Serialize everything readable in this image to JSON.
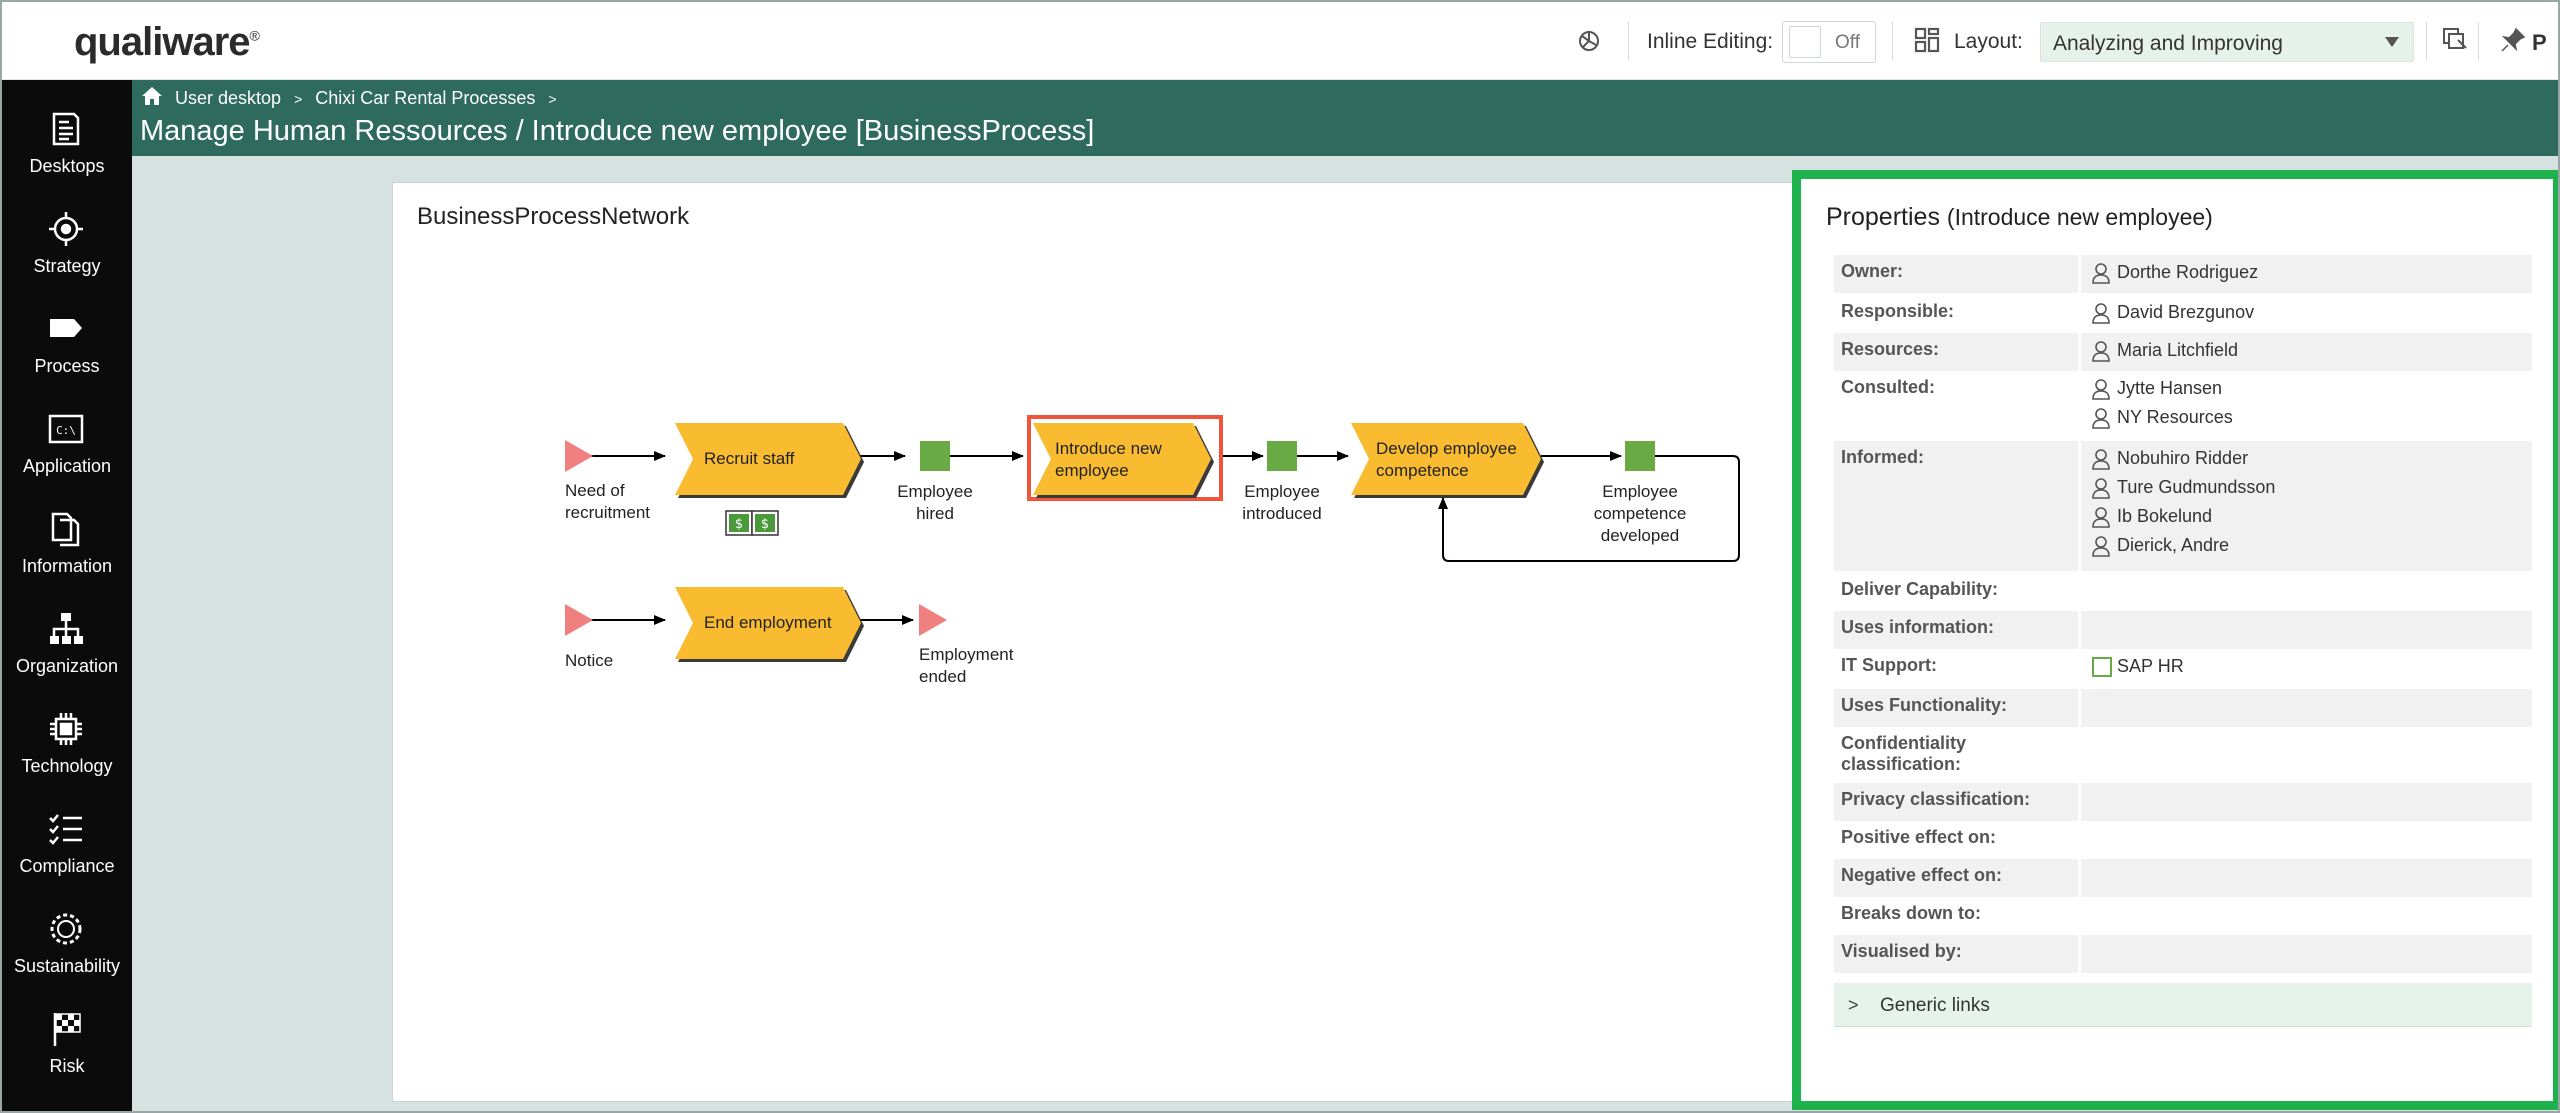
{
  "app": {
    "logo": "qualiware",
    "logo_mark": "®"
  },
  "topbar": {
    "inline_editing_label": "Inline Editing:",
    "inline_editing_state": "Off",
    "layout_label": "Layout:",
    "layout_value": "Analyzing and Improving",
    "pin_label": "P"
  },
  "sidebar": {
    "items": [
      {
        "label": "Desktops",
        "icon": "desktops-icon"
      },
      {
        "label": "Strategy",
        "icon": "strategy-icon"
      },
      {
        "label": "Process",
        "icon": "process-icon"
      },
      {
        "label": "Application",
        "icon": "application-icon"
      },
      {
        "label": "Information",
        "icon": "information-icon"
      },
      {
        "label": "Organization",
        "icon": "organization-icon"
      },
      {
        "label": "Technology",
        "icon": "technology-icon"
      },
      {
        "label": "Compliance",
        "icon": "compliance-icon"
      },
      {
        "label": "Sustainability",
        "icon": "sustainability-icon"
      },
      {
        "label": "Risk",
        "icon": "risk-icon"
      }
    ]
  },
  "breadcrumb": {
    "items": [
      "User desktop",
      "Chixi Car Rental Processes"
    ]
  },
  "page_title": "Manage Human Ressources / Introduce new employee [BusinessProcess]",
  "diagram": {
    "title": "BusinessProcessNetwork",
    "colors": {
      "process": "#f9bb30",
      "event": "#6aaa45",
      "trigger": "#f08080",
      "highlight": "#f0553b"
    },
    "triggers": [
      "Need of recruitment",
      "Notice"
    ],
    "processes": [
      "Recruit staff",
      "Introduce new employee",
      "Develop employee competence",
      "End employment"
    ],
    "events": [
      "Employee hired",
      "Employee introduced",
      "Employee competence developed"
    ],
    "end_events": [
      "Employment ended"
    ],
    "selected": "Introduce new employee"
  },
  "properties": {
    "title": "Properties",
    "subtitle": "(Introduce new employee)",
    "rows": [
      {
        "key": "Owner:",
        "values": [
          "Dorthe Rodriguez"
        ],
        "icon": "person-icon"
      },
      {
        "key": "Responsible:",
        "values": [
          "David Brezgunov"
        ],
        "icon": "person-icon"
      },
      {
        "key": "Resources:",
        "values": [
          "Maria Litchfield"
        ],
        "icon": "person-icon"
      },
      {
        "key": "Consulted:",
        "values": [
          "Jytte Hansen",
          "NY Resources"
        ],
        "icon": "person-icon"
      },
      {
        "key": "Informed:",
        "values": [
          "Nobuhiro Ridder",
          "Ture Gudmundsson",
          "Ib Bokelund",
          "Dierick, Andre"
        ],
        "icon": "person-icon"
      },
      {
        "key": "Deliver Capability:",
        "values": []
      },
      {
        "key": "Uses information:",
        "values": []
      },
      {
        "key": "IT Support:",
        "values": [
          "SAP HR"
        ],
        "icon": "application-box-icon"
      },
      {
        "key": "Uses Functionality:",
        "values": []
      },
      {
        "key": "Confidentiality classification:",
        "values": []
      },
      {
        "key": "Privacy classification:",
        "values": []
      },
      {
        "key": "Positive effect on:",
        "values": []
      },
      {
        "key": "Negative effect on:",
        "values": []
      },
      {
        "key": "Breaks down to:",
        "values": []
      },
      {
        "key": "Visualised by:",
        "values": []
      }
    ],
    "generic_links": "Generic links"
  }
}
